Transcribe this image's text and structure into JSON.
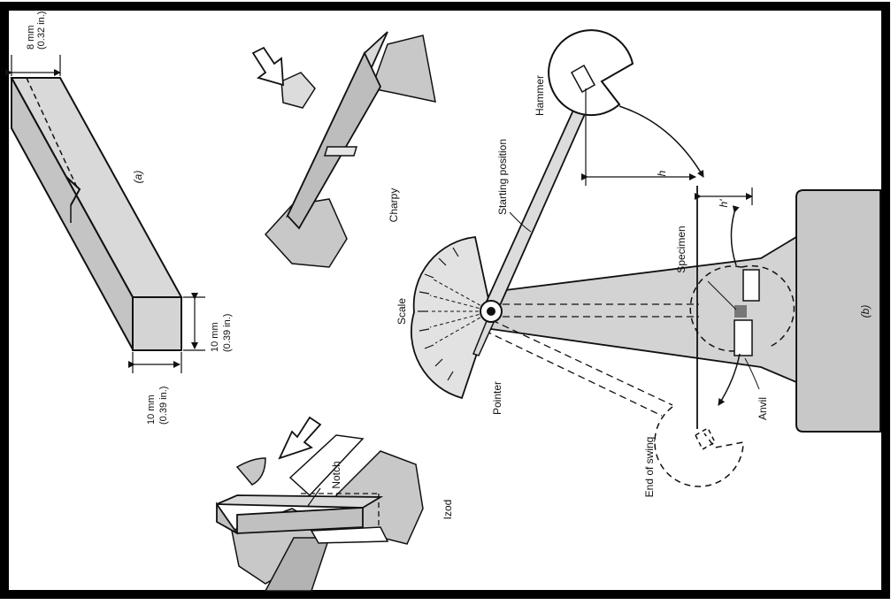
{
  "colors": {
    "frame": "#000000",
    "background": "#ffffff",
    "metal_face_light": "#d9d9d9",
    "metal_face_mid": "#c4c4c4",
    "metal_face_dark": "#a9a9a9",
    "support": "#c8c8c8",
    "cone": "#d3d3d3",
    "specimen": "#777777",
    "ink": "#111111"
  },
  "part_a": {
    "label": "(a)",
    "dim_notch_depth": "8 mm",
    "dim_notch_depth_in": "(0.32 in.)",
    "dim_height": "10 mm",
    "dim_height_in": "(0.39 in.)",
    "dim_width": "10 mm",
    "dim_width_in": "(0.39 in.)"
  },
  "charpy": {
    "label": "Charpy"
  },
  "izod": {
    "label": "Izod",
    "notch_label": "Notch"
  },
  "part_b": {
    "label": "(b)",
    "hammer": "Hammer",
    "starting_position": "Starting position",
    "scale": "Scale",
    "pointer": "Pointer",
    "specimen": "Specimen",
    "anvil": "Anvil",
    "end_of_swing": "End of swing",
    "h": "h",
    "h_prime": "h'"
  }
}
